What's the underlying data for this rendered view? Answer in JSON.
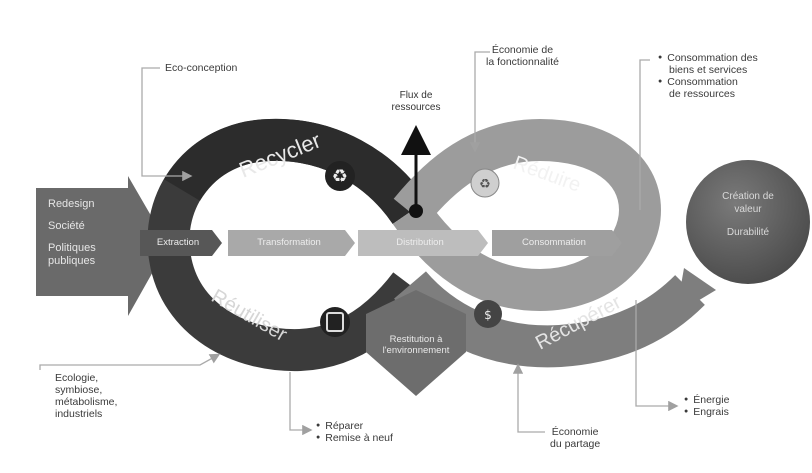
{
  "loop_labels": {
    "recycler": "Recycler",
    "reduire": "Réduire",
    "reutiliser": "Réutiliser",
    "recuperer": "Récupérer"
  },
  "flow_boxes": [
    "Extraction",
    "Transformation",
    "Distribution",
    "Consommation"
  ],
  "input_arrow": {
    "items": [
      "Redesign",
      "Société",
      "Politiques",
      "publiques"
    ]
  },
  "value_circle": {
    "line1": "Création de",
    "line2": "valeur",
    "line3": "Durabilité"
  },
  "flux": {
    "line1": "Flux de",
    "line2": "ressources"
  },
  "restitution": {
    "line1": "Restitution à",
    "line2": "l'environnement"
  },
  "annotations": {
    "eco_conception": "Eco-conception",
    "economie_fonctionnalite": [
      "Économie de",
      "la fonctionnalité"
    ],
    "consommation": [
      "Consommation des",
      "biens et services",
      "Consommation",
      "de ressources"
    ],
    "ecologie": [
      "Ecologie,",
      "symbiose,",
      "métabolisme,",
      "industriels"
    ],
    "reparer": [
      "Réparer",
      "Remise à neuf"
    ],
    "energie": [
      "Énergie",
      "Engrais"
    ],
    "economie_partage": [
      "Économie",
      "du partage"
    ]
  },
  "colors": {
    "dark": "#2e2e2e",
    "mid": "#5a5a5a",
    "light": "#8c8c8c",
    "pale": "#b5b5b5"
  }
}
